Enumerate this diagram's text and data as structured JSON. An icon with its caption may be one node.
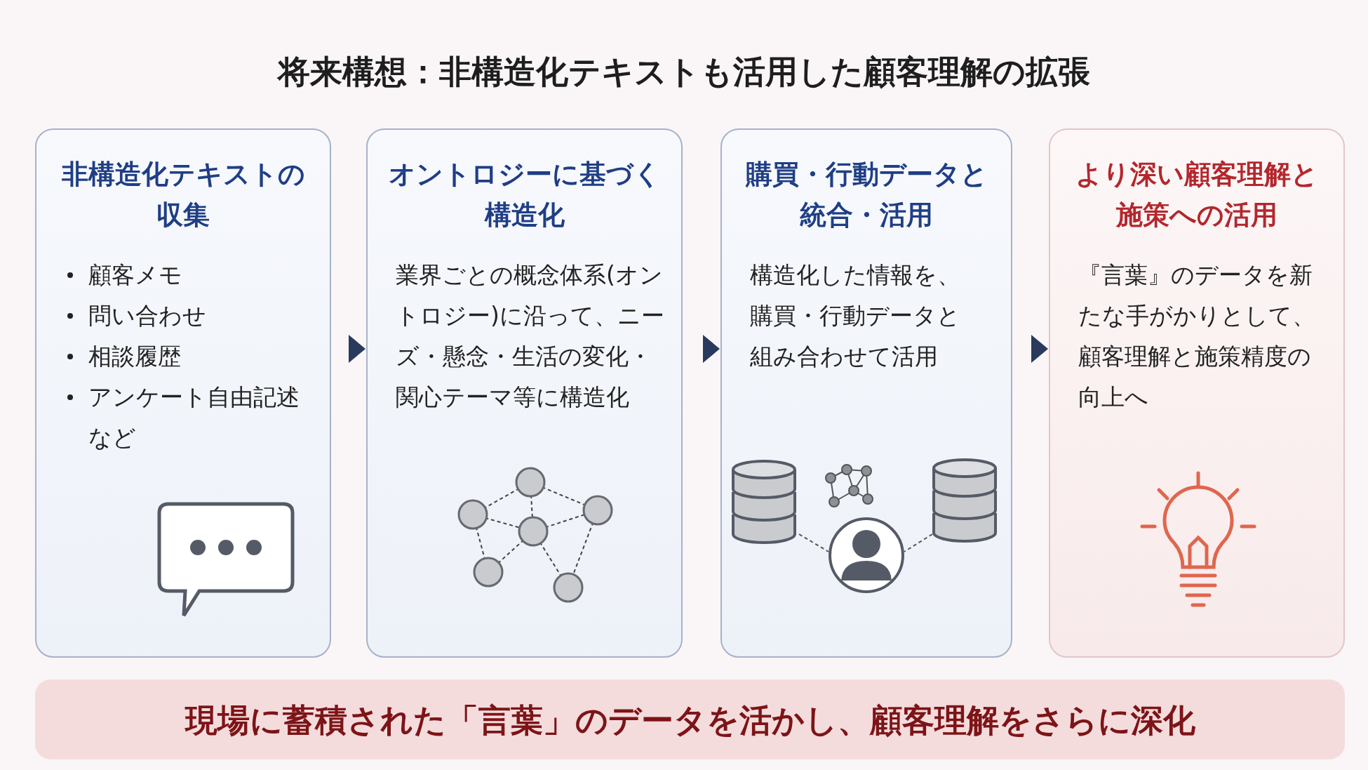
{
  "diagram": {
    "title": "将来構想：非構造化テキストも活用した顧客理解の拡張",
    "nodes": [
      {
        "text": [
          "非構造化テキストの収集",
          "顧客メモ",
          "問い合わせ",
          "相談履歴",
          "アンケート自由記述など"
        ]
      },
      {
        "text": [
          "オントロジーに基づく構造化",
          "業界ごとの概念体系(オントロジー)に沿って、ニーズ・懸念・生活の変化・関心テーマ等に構造化"
        ]
      },
      {
        "text": [
          "購買・行動データと統合・活用",
          "構造化した情報を、購買・行動データと組み合わせて活用"
        ]
      },
      {
        "text": [
          "より深い顧客理解と施策への活用",
          "『言葉』のデータを新たな手がかりとして、顧客理解と施策精度の向上へ"
        ]
      },
      {
        "text": [
          "現場に蓄積された「言葉」のデータを活かし、顧客理解をさらに深化"
        ]
      }
    ],
    "edges": [
      {
        "from": 0,
        "to": 1,
        "arrow": "to"
      },
      {
        "from": 1,
        "to": 2,
        "arrow": "to"
      },
      {
        "from": 2,
        "to": 3,
        "arrow": "to"
      }
    ]
  }
}
